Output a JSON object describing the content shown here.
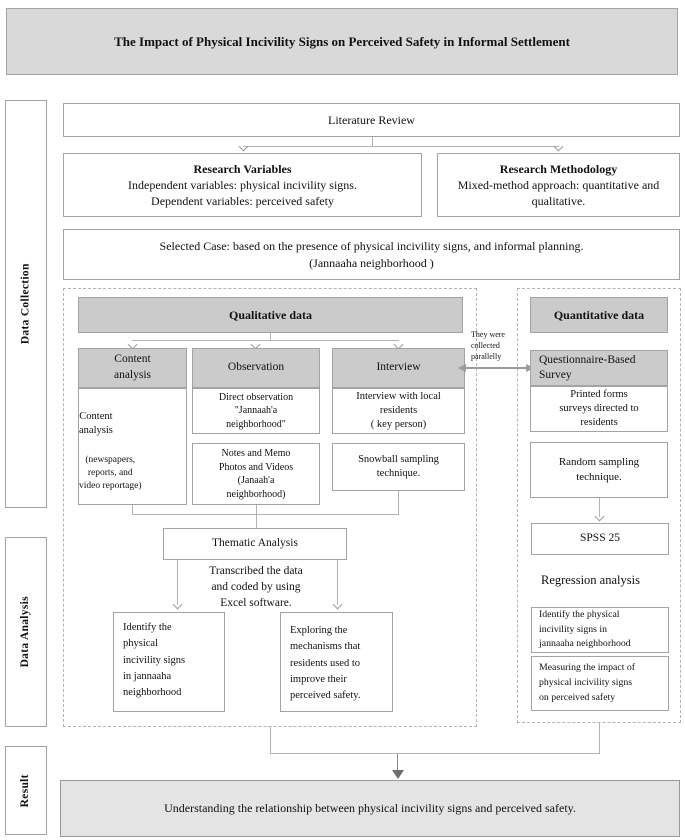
{
  "title": "The Impact of Physical Incivility Signs on Perceived Safety in Informal Settlement",
  "sidebar": {
    "data_collection": "Data Collection",
    "data_analysis": "Data Analysis",
    "result": "Result"
  },
  "top": {
    "literature_review": "Literature Review",
    "research_variables_heading": "Research Variables",
    "research_variables_body": "Independent variables: physical incivility signs.\nDependent variables: perceived safety",
    "research_methodology_heading": "Research Methodology",
    "research_methodology_body": "Mixed-method approach: quantitative and\nqualitative.",
    "selected_case": "Selected Case: based on the presence of physical incivility signs, and informal planning.\n(Jannaaha neighborhood )"
  },
  "qualitative": {
    "header": "Qualitative data",
    "columns": [
      {
        "header": "Content\nanalysis",
        "top_text": "Content\nanalysis",
        "bottom_text": "(newspapers,\nreports, and\nvideo reportage)"
      },
      {
        "header": "Observation",
        "box1": "Direct observation\n\"Jannaah'a\nneighborhood\"",
        "box2": "Notes and Memo\nPhotos and Videos\n(Janaah'a\nneighborhood)"
      },
      {
        "header": "Interview",
        "box1": "Interview with local\nresidents\n( key person)",
        "box2": "Snowball sampling\ntechnique."
      }
    ],
    "thematic_analysis": "Thematic Analysis",
    "thematic_note": "Transcribed the data\nand coded by using\nExcel software.",
    "outcome_left": "Identify the\nphysical\nincivility signs\nin jannaaha\nneighborhood",
    "outcome_right": "Exploring the\nmechanisms that\nresidents used to\nimprove their\nperceived safety."
  },
  "parallel_note": "They were\ncollected\nparallelly",
  "quantitative": {
    "header": "Quantitative data",
    "survey": "Questionnaire-Based\nSurvey",
    "printed_forms": "Printed forms\nsurveys directed to\nresidents",
    "random_sampling": "Random sampling\ntechnique.",
    "spss": "SPSS 25",
    "regression": "Regression analysis",
    "outcome1": "Identify the physical\nincivility signs in\njannaaha neighborhood",
    "outcome2": "Measuring the impact of\nphysical incivility signs\non perceived safety"
  },
  "result_text": "Understanding the relationship between physical incivility signs and perceived safety.",
  "colors": {
    "title_bg": "#d9d9d9",
    "header_bg": "#cbcbcb",
    "result_bg": "#e4e4e4",
    "border": "#a3a3a3",
    "line": "#b3b3b3"
  }
}
